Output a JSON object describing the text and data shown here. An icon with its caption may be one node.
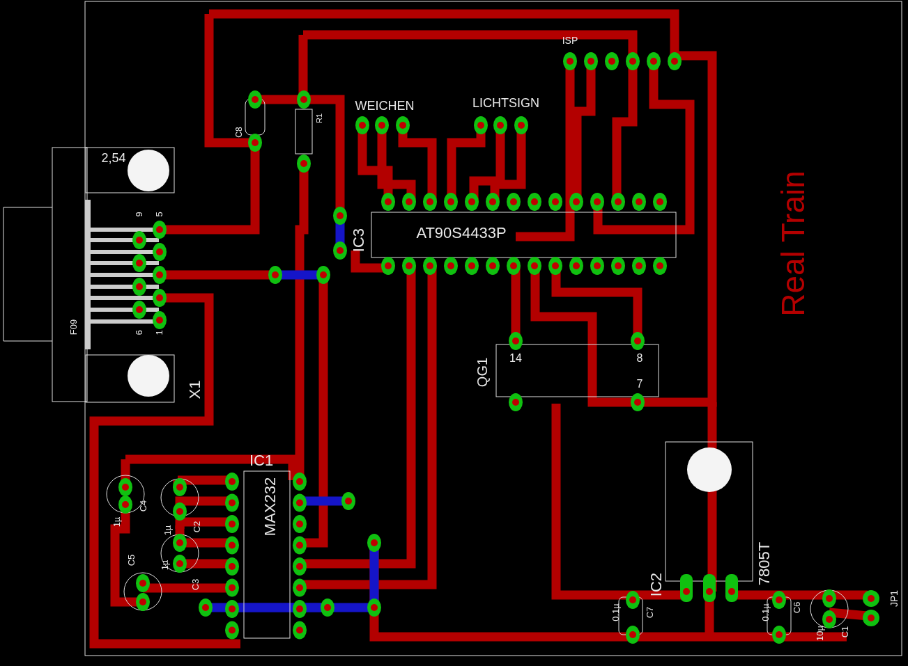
{
  "diagram": {
    "labels": [
      "ISP",
      "WEICHEN",
      "LICHTSIGN",
      "C8",
      "R1",
      "2,54",
      "9",
      "5",
      "IC3",
      "AT90S4433P",
      "Real Train",
      "6",
      "1",
      "F09",
      "14",
      "8",
      "QG1",
      "7",
      "X1",
      "IC1",
      "MAX232",
      "1µ",
      "C4",
      "1µ",
      "C2",
      "C5",
      "1µ",
      "C3",
      "0.1µ",
      "C7",
      "IC2",
      "7805T",
      "0.1µ",
      "C6",
      "10µ",
      "C1",
      "JP1"
    ]
  }
}
